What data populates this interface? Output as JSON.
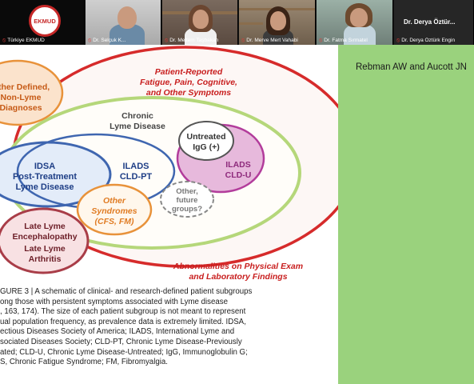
{
  "participants": [
    {
      "name": "Türkiye EKMUD",
      "logo_text": "EKMUD"
    },
    {
      "name": "Dr. Selçuk K..."
    },
    {
      "name": "Dr. Meltem Taşbakan"
    },
    {
      "name": "Dr. Merve Mert Vahabi"
    },
    {
      "name": "Dr. Fatma Sırmatel"
    },
    {
      "name": "Dr. Derya Öztürk Engin",
      "display": "Dr. Derya Öztür..."
    }
  ],
  "side_panel": {
    "reference": "Rebman AW and Aucott JN"
  },
  "figure": {
    "outer_label": [
      "Patient-Reported",
      "Fatigue, Pain, Cognitive,",
      "and Other Symptoms"
    ],
    "bottom_label": [
      "Abnormalities on Physical Exam",
      "and Laboratory Findings"
    ],
    "other_defined": [
      "Other Defined,",
      "Non-Lyme",
      "Diagnoses"
    ],
    "chronic": [
      "Chronic",
      "Lyme Disease"
    ],
    "idsa": [
      "IDSA",
      "Post-Treatment",
      "Lyme Disease"
    ],
    "ilads_pt": [
      "ILADS",
      "CLD-PT"
    ],
    "untreated": [
      "Untreated",
      "IgG (+)"
    ],
    "ilads_u": [
      "ILADS",
      "CLD-U"
    ],
    "other_syndromes": [
      "Other",
      "Syndromes",
      "(CFS, FM)"
    ],
    "future": [
      "Other,",
      "future",
      "groups?"
    ],
    "late": [
      "Late Lyme",
      "Encephalopathy",
      "Late Lyme",
      "Arthritis"
    ]
  },
  "caption": {
    "lines": [
      "GURE 3 | A schematic of clinical- and research-defined patient subgroups",
      "ong those with persistent symptoms associated with Lyme disease",
      ", 163, 174). The size of each patient subgroup is not meant to represent",
      "ual population frequency, as prevalence data is extremely limited. IDSA,",
      "ectious Diseases Society of America; ILADS, International Lyme and",
      "sociated Diseases Society; CLD-PT, Chronic Lyme Disease-Previously",
      "ated; CLD-U, Chronic Lyme Disease-Untreated; IgG, Immunoglobulin G;",
      "S, Chronic Fatigue Syndrome; FM, Fibromyalgia."
    ]
  },
  "colors": {
    "panel": "#9ad27d",
    "outer_ring": "#d62b2b",
    "chronic_ring": "#b5d77a",
    "idsa_ring": "#3f66b0",
    "ilads_u_fill": "#e7b9dc",
    "orange": "#e8923a"
  }
}
